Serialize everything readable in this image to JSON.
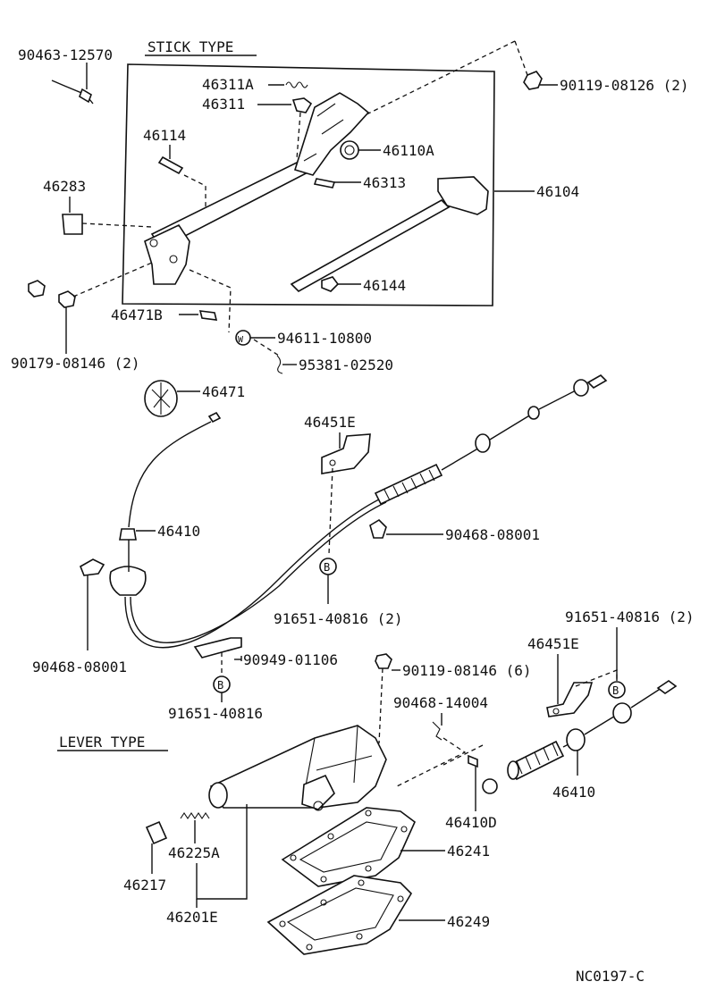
{
  "headers": {
    "stick_type": "STICK TYPE",
    "lever_type": "LEVER TYPE"
  },
  "part_labels": {
    "p90463_12570": "90463-12570",
    "p46311A": "46311A",
    "p46311": "46311",
    "p90119_08126": "90119-08126 (2)",
    "p46114": "46114",
    "p46110A": "46110A",
    "p46283": "46283",
    "p46313": "46313",
    "p46104": "46104",
    "p46144": "46144",
    "p46471B": "46471B",
    "p94611_10800": "94611-10800",
    "p90179_08146": "90179-08146 (2)",
    "p95381_02520": "95381-02520",
    "p46471": "46471",
    "p46451E_top": "46451E",
    "p46410_top": "46410",
    "p90468_08001_right": "90468-08001",
    "p91651_40816_mid": "91651-40816 (2)",
    "p90468_08001_left": "90468-08001",
    "p90949_01106": "90949-01106",
    "p91651_40816_right": "91651-40816 (2)",
    "p46451E_right": "46451E",
    "p90119_08146": "90119-08146 (6)",
    "p91651_40816_left": "91651-40816",
    "p90468_14004": "90468-14004",
    "p46410_bottom": "46410",
    "p46410D": "46410D",
    "p46241": "46241",
    "p46225A": "46225A",
    "p46217": "46217",
    "p46201E": "46201E",
    "p46249": "46249"
  },
  "callout_marker": "B",
  "washer_marker": "W",
  "drawing_code": "NC0197-C"
}
